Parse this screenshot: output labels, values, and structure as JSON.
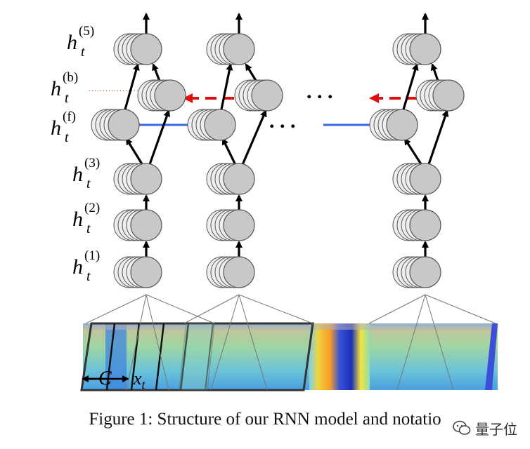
{
  "labels": {
    "h5": {
      "base": "h",
      "sub": "t",
      "sup": "(5)"
    },
    "hb": {
      "base": "h",
      "sub": "t",
      "sup": "(b)"
    },
    "hf": {
      "base": "h",
      "sub": "t",
      "sup": "(f)"
    },
    "h3": {
      "base": "h",
      "sub": "t",
      "sup": "(3)"
    },
    "h2": {
      "base": "h",
      "sub": "t",
      "sup": "(2)"
    },
    "h1": {
      "base": "h",
      "sub": "t",
      "sup": "(1)"
    }
  },
  "spectrogram": {
    "context_label": "C",
    "frame_label_base": "x",
    "frame_label_sub": "t"
  },
  "ellipsis": {
    "top": ". . .",
    "middle": ". . ."
  },
  "colors": {
    "neuron_fill": "#c8c8c8",
    "neuron_stroke": "#5a5a5a",
    "ghost_fill": "#eeeeee",
    "arrow": "#000000",
    "forward_arrow": "#3a66e0",
    "backward_arrow": "#e01010",
    "fan_line": "#777777"
  },
  "caption": "Figure 1: Structure of our RNN model and notatio",
  "watermark": {
    "text": "量子位",
    "icon": "wechat-icon"
  }
}
